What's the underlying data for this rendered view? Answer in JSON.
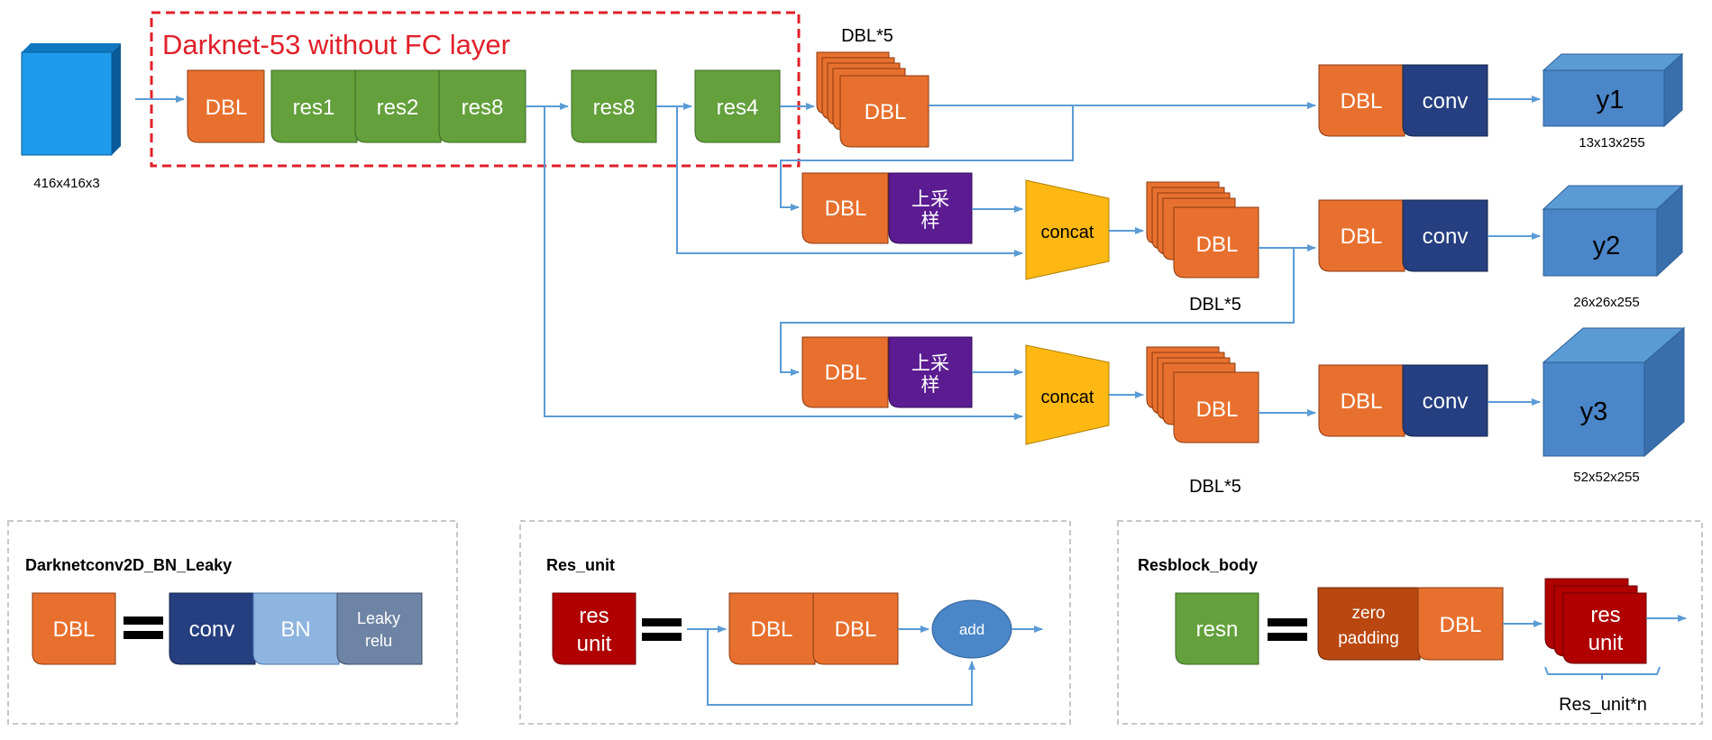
{
  "input": {
    "size_label": "416x416x3"
  },
  "backbone": {
    "title": "Darknet-53 without FC layer",
    "blocks": {
      "dbl": "DBL",
      "res1": "res1",
      "res2": "res2",
      "res8a": "res8",
      "res8b": "res8",
      "res4": "res4"
    }
  },
  "stacks": {
    "label_top": "DBL*5",
    "label_mid": "DBL*5",
    "label_bot": "DBL*5",
    "block": "DBL"
  },
  "branch1": {
    "dbl": "DBL",
    "conv": "conv",
    "output": "y1",
    "size": "13x13x255"
  },
  "branch2": {
    "dbl_up": "DBL",
    "upsample": "上采样",
    "concat": "concat",
    "dbl": "DBL",
    "conv": "conv",
    "output": "y2",
    "size": "26x26x255"
  },
  "branch3": {
    "dbl_up": "DBL",
    "upsample": "上采样",
    "concat": "concat",
    "dbl": "DBL",
    "conv": "conv",
    "output": "y3",
    "size": "52x52x255"
  },
  "legend_dbl": {
    "title": "Darknetconv2D_BN_Leaky",
    "lhs": "DBL",
    "conv": "conv",
    "bn": "BN",
    "leaky_line1": "Leaky",
    "leaky_line2": "relu"
  },
  "legend_res": {
    "title": "Res_unit",
    "lhs_line1": "res",
    "lhs_line2": "unit",
    "dbl1": "DBL",
    "dbl2": "DBL",
    "add": "add"
  },
  "legend_resblock": {
    "title": "Resblock_body",
    "lhs": "resn",
    "zero_line1": "zero",
    "zero_line2": "padding",
    "dbl": "DBL",
    "res_line1": "res",
    "res_line2": "unit",
    "brace_label": "Res_unit*n"
  },
  "colors": {
    "orange": "#E8702E",
    "green": "#64A03C",
    "navy": "#253F80",
    "purple": "#5B1C92",
    "yellow": "#FDB813",
    "blue_out": "#4A86C8",
    "input_blue": "#1E9BEA",
    "dark_red": "#B00000",
    "brown": "#B9470F",
    "light_blue": "#8EB4E0",
    "slate": "#6E84A4",
    "arrow": "#5B9BD5",
    "red_dash": "#E0202A"
  }
}
